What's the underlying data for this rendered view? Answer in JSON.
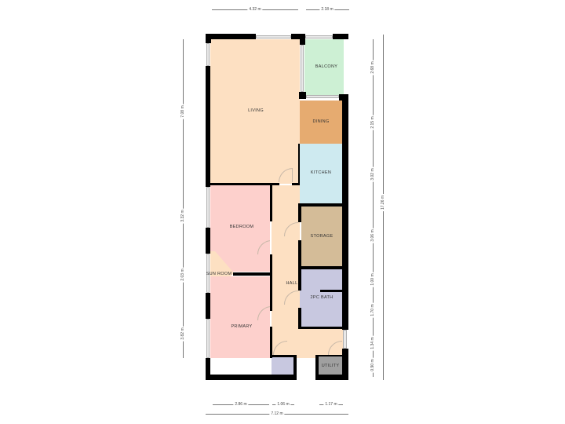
{
  "plan": {
    "rooms": [
      {
        "id": "living",
        "label": "LIVING",
        "color": "#fde0c2"
      },
      {
        "id": "balcony",
        "label": "BALCONY",
        "color": "#cdf0d4"
      },
      {
        "id": "dining",
        "label": "DINING",
        "color": "#e6ab70"
      },
      {
        "id": "kitchen",
        "label": "KITCHEN",
        "color": "#ceeaf0"
      },
      {
        "id": "storage",
        "label": "STORAGE",
        "color": "#d4bc98"
      },
      {
        "id": "bath",
        "label": "2PC BATH",
        "color": "#c8c8e0"
      },
      {
        "id": "bedroom",
        "label": "BEDROOM",
        "color": "#fdd0cc"
      },
      {
        "id": "sunroom",
        "label": "SUN ROOM",
        "color": "#fde0c2"
      },
      {
        "id": "primary",
        "label": "PRIMARY",
        "color": "#fdd0cc"
      },
      {
        "id": "hall",
        "label": "HALL",
        "color": "#fde0c2"
      },
      {
        "id": "closet",
        "label": "",
        "color": "#c8c8e0"
      },
      {
        "id": "utility",
        "label": "UTILITY",
        "color": "#a0a0a0"
      }
    ],
    "dimensions": {
      "top": [
        "4.32 m",
        "2.18 m"
      ],
      "left": [
        "7.08 m",
        "3.32 m",
        "2.03 m",
        "3.82 m"
      ],
      "right": [
        "2.68 m",
        "2.15 m",
        "3.02 m",
        "3.06 m",
        "1.00 m",
        "1.70 m",
        "1.34 m",
        "0.90 m"
      ],
      "right_total": "17.26 m",
      "bottom": [
        "2.86 m",
        "1.06 m",
        "1.17 m"
      ],
      "bottom_total": "7.12 m"
    }
  }
}
